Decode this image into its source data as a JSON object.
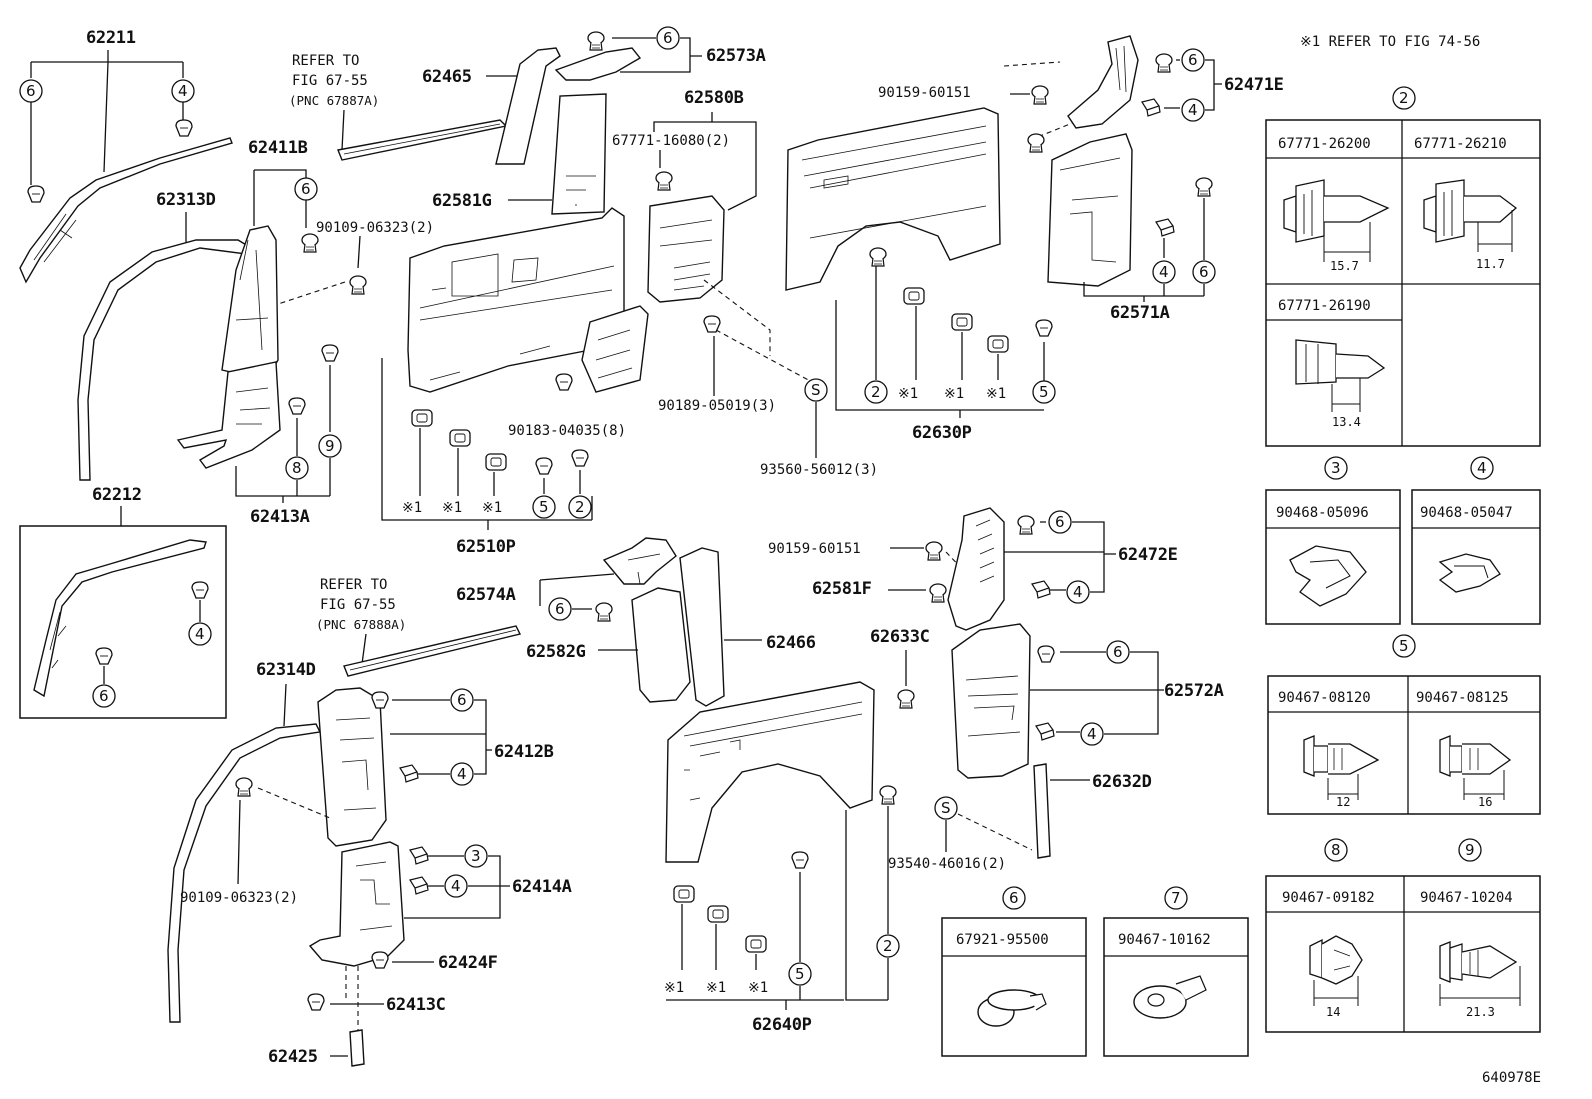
{
  "header": {
    "ref_note": "※1  REFER TO FIG 74-56",
    "fig_code": "640978E"
  },
  "parts": {
    "p62211": "62211",
    "p62212": "62212",
    "p62313D": "62313D",
    "p62314D": "62314D",
    "p62411B": "62411B",
    "p62412B": "62412B",
    "p62413A": "62413A",
    "p62413C": "62413C",
    "p62414A": "62414A",
    "p62424F": "62424F",
    "p62425": "62425",
    "p62465": "62465",
    "p62466": "62466",
    "p62471E": "62471E",
    "p62472E": "62472E",
    "p62510P": "62510P",
    "p62571A": "62571A",
    "p62572A": "62572A",
    "p62573A": "62573A",
    "p62574A": "62574A",
    "p62580B": "62580B",
    "p62581G": "62581G",
    "p62581F": "62581F",
    "p62582G": "62582G",
    "p62630P": "62630P",
    "p62632D": "62632D",
    "p62633C": "62633C",
    "p62640P": "62640P",
    "c90109a": "90109-06323(2)",
    "c90109b": "90109-06323(2)",
    "c67771": "67771-16080(2)",
    "c90159a": "90159-60151",
    "c90159b": "90159-60151",
    "c90189": "90189-05019(3)",
    "c90183": "90183-04035(8)",
    "c93560": "93560-56012(3)",
    "c93540": "93540-46016(2)"
  },
  "refer_upper": {
    "l1": "REFER TO",
    "l2": "FIG 67-55",
    "l3": "(PNC 67887A)"
  },
  "refer_lower": {
    "l1": "REFER TO",
    "l2": "FIG 67-55",
    "l3": "(PNC 67888A)"
  },
  "marks": {
    "ref": "※1",
    "s": "S"
  },
  "circles": {
    "n2": "2",
    "n3": "3",
    "n4": "4",
    "n5": "5",
    "n6": "6",
    "n7": "7",
    "n8": "8",
    "n9": "9"
  },
  "legend": {
    "g2": {
      "a": "67771-26200",
      "a_dim": "15.7",
      "b": "67771-26210",
      "b_dim": "11.7",
      "c": "67771-26190",
      "c_dim": "13.4"
    },
    "g3": "90468-05096",
    "g4": "90468-05047",
    "g5": {
      "a": "90467-08120",
      "a_dim": "12",
      "b": "90467-08125",
      "b_dim": "16"
    },
    "g6": "67921-95500",
    "g7": "90467-10162",
    "g8": {
      "code": "90467-09182",
      "dim": "14"
    },
    "g9": {
      "code": "90467-10204",
      "dim": "21.3"
    }
  }
}
